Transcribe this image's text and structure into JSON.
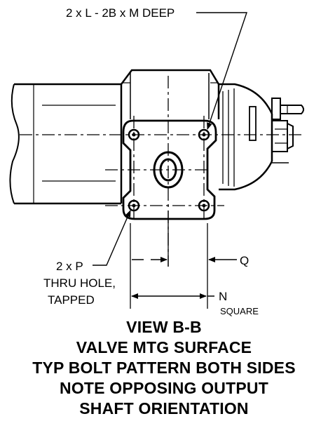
{
  "callouts": {
    "tapped_holes": "2 x L - 2B x M DEEP",
    "thru_hole_line1": "2 x P",
    "thru_hole_line2": "THRU HOLE,",
    "thru_hole_line3": "TAPPED",
    "dim_q": "Q",
    "dim_n": "N",
    "dim_n_note": "SQUARE"
  },
  "caption": {
    "line1": "VIEW B-B",
    "line2": "VALVE MTG SURFACE",
    "line3": "TYP BOLT PATTERN BOTH SIDES",
    "line4": "NOTE OPPOSING OUTPUT",
    "line5": "SHAFT ORIENTATION"
  }
}
